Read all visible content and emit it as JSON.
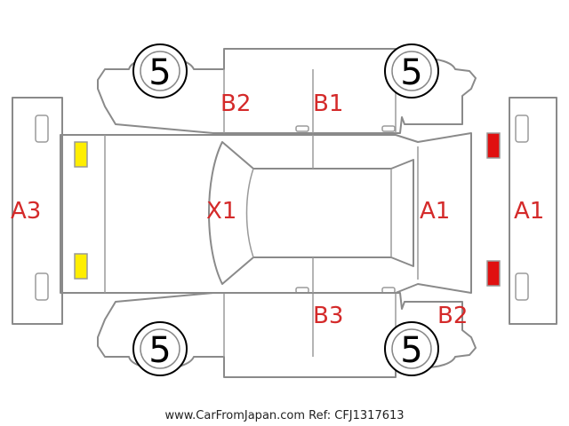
{
  "tyres": [
    {
      "id": "front-left-top",
      "value": "5"
    },
    {
      "id": "front-right-top",
      "value": "5"
    },
    {
      "id": "rear-left-bottom",
      "value": "5"
    },
    {
      "id": "rear-right-bottom",
      "value": "5"
    }
  ],
  "damage_codes": {
    "rear_bumper": "A3",
    "rear_door_top": "B2",
    "front_door_top": "B1",
    "roof": "X1",
    "bonnet": "A1",
    "front_bumper": "A1",
    "door_bottom": "B3",
    "fender_bottom": "B2"
  },
  "colors": {
    "code_text": "#d42a2a",
    "outline": "#8a8a8a",
    "rear_lamp": "#ffee00",
    "front_lamp": "#e01010"
  },
  "footer": "www.CarFromJapan.com Ref: CFJ1317613"
}
